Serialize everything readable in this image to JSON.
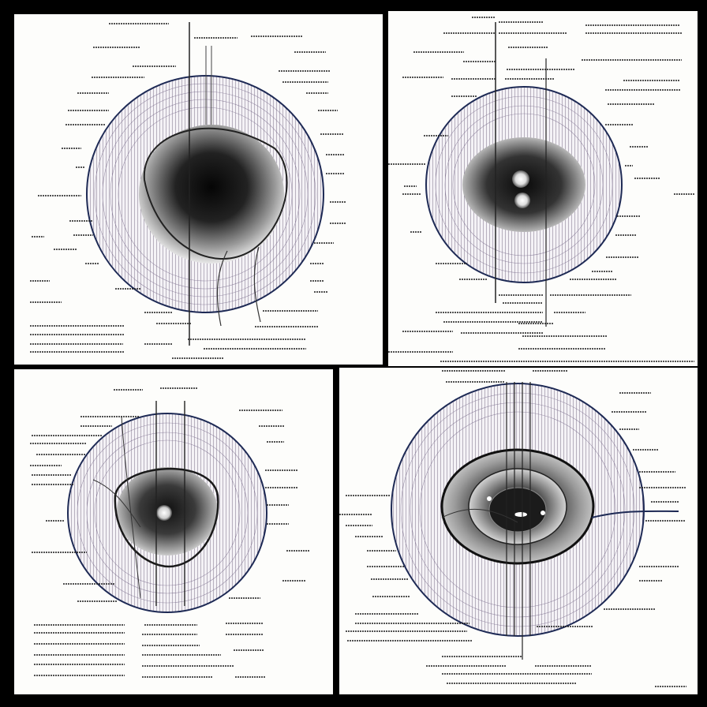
{
  "colors": {
    "frame": "#000000",
    "panel": "#fdfdfb",
    "ink": "#1a1a1a",
    "ring_tint": "#8a7a9a",
    "outline": "#1e2a55"
  },
  "panels": [
    {
      "id": "panel-1",
      "labels": []
    },
    {
      "id": "panel-2",
      "labels": []
    },
    {
      "id": "panel-3",
      "labels": []
    },
    {
      "id": "panel-4",
      "labels": []
    }
  ]
}
